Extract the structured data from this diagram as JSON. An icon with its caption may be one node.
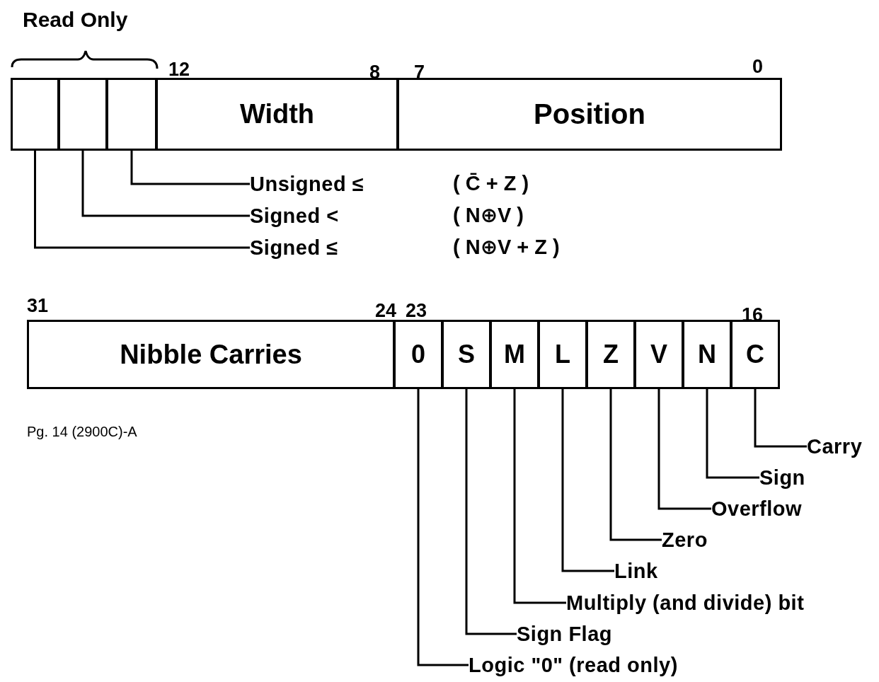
{
  "diagram": {
    "nodes": [
      {
        "text": [],
        "shape": "box"
      },
      {
        "text": [],
        "shape": "box"
      },
      {
        "text": [],
        "shape": "box"
      },
      {
        "text": [
          "Width"
        ]
      },
      {
        "text": [
          "Position"
        ]
      },
      {
        "text": [
          "Unsigned ≤"
        ]
      },
      {
        "text": [
          "Signed <"
        ]
      },
      {
        "text": [
          "Signed ≤"
        ]
      },
      {
        "text": [
          "Nibble Carries"
        ]
      },
      {
        "text": [
          "0"
        ]
      },
      {
        "text": [
          "S"
        ]
      },
      {
        "text": [
          "M"
        ]
      },
      {
        "text": [
          "L"
        ]
      },
      {
        "text": [
          "Z"
        ]
      },
      {
        "text": [
          "V"
        ]
      },
      {
        "text": [
          "N"
        ]
      },
      {
        "text": [
          "C"
        ]
      },
      {
        "text": [
          "Carry"
        ]
      },
      {
        "text": [
          "Sign"
        ]
      },
      {
        "text": [
          "Overflow"
        ]
      },
      {
        "text": [
          "Zero"
        ]
      },
      {
        "text": [
          "Link"
        ]
      },
      {
        "text": [
          "Multiply (and divide) bit"
        ]
      },
      {
        "text": [
          "Sign Flag"
        ]
      },
      {
        "text": [
          "Logic \"0\" (read only)"
        ]
      }
    ],
    "edges": [
      {
        "from": 5,
        "to": 2,
        "arrow": "none"
      },
      {
        "from": 6,
        "to": 1,
        "arrow": "none"
      },
      {
        "from": 7,
        "to": 0,
        "arrow": "none"
      },
      {
        "from": 17,
        "to": 16,
        "arrow": "none"
      },
      {
        "from": 18,
        "to": 15,
        "arrow": "none"
      },
      {
        "from": 19,
        "to": 14,
        "arrow": "none"
      },
      {
        "from": 20,
        "to": 13,
        "arrow": "none"
      },
      {
        "from": 21,
        "to": 12,
        "arrow": "none"
      },
      {
        "from": 22,
        "to": 11,
        "arrow": "none"
      },
      {
        "from": 23,
        "to": 10,
        "arrow": "none"
      },
      {
        "from": 24,
        "to": 9,
        "arrow": "none"
      }
    ],
    "labels": [
      "Read Only",
      "12",
      "8",
      "7",
      "0",
      "( C̄ + Z )",
      "( N⊕V )",
      "( N⊕V + Z )",
      "31",
      "24",
      "23",
      "16",
      "Pg. 14 (2900C)-A"
    ]
  }
}
